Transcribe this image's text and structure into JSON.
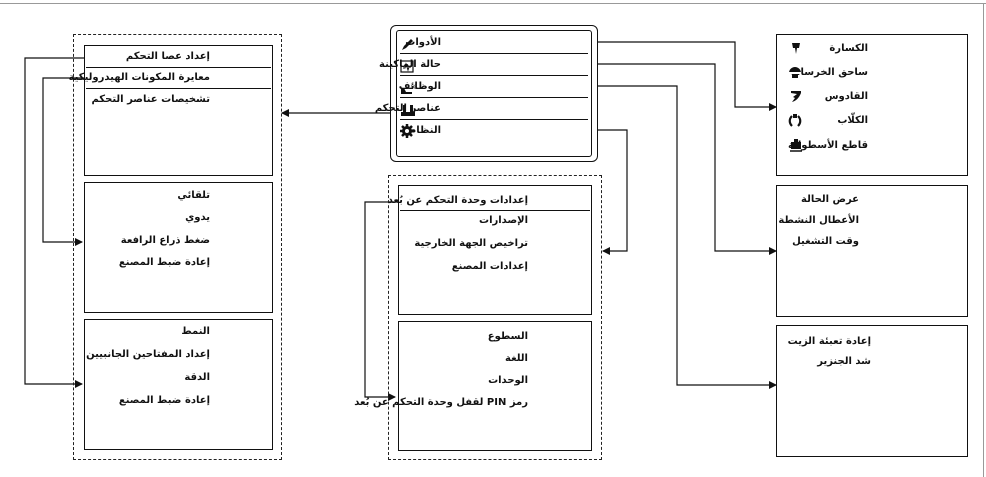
{
  "main_menu": {
    "items": [
      {
        "label": "الأدوات",
        "icon": "pen-tool-icon"
      },
      {
        "label": "حالة الماكينة",
        "icon": "machine-status-icon"
      },
      {
        "label": "الوظائف",
        "icon": "functions-icon"
      },
      {
        "label": "عناصر التحكم",
        "icon": "controls-icon"
      },
      {
        "label": "النظام",
        "icon": "gear-icon"
      }
    ]
  },
  "tools": {
    "items": [
      {
        "label": "الكسارة",
        "icon": "breaker-icon"
      },
      {
        "label": "ساحق الخرسانة",
        "icon": "crusher-icon"
      },
      {
        "label": "القادوس",
        "icon": "bucket-icon"
      },
      {
        "label": "الكلّاب",
        "icon": "grapple-icon"
      },
      {
        "label": "قاطع الأسطوانة",
        "icon": "drum-cutter-icon"
      }
    ]
  },
  "machine_status": {
    "items": [
      "عرض الحالة",
      "الأعطال النشطة",
      "وقت التشغيل"
    ]
  },
  "functions": {
    "items": [
      "إعادة تعبئة الزيت",
      "شد الجنزير"
    ]
  },
  "controls": {
    "group1": [
      "إعداد عصا التحكم",
      "معايرة المكونات الهيدروليكية",
      "تشخيصات عناصر التحكم"
    ],
    "group2": [
      "تلقائي",
      "يدوي",
      "ضغط ذراع الرافعة",
      "إعادة ضبط المصنع"
    ],
    "group3": [
      "النمط",
      "إعداد المفتاحين الجانبيين",
      "الدقة",
      "إعادة ضبط المصنع"
    ]
  },
  "system": {
    "group1": [
      "إعدادات وحدة التحكم عن بُعد",
      "الإصدارات",
      "تراخيص الجهة الخارجية",
      "إعدادات المصنع"
    ],
    "group2": [
      "السطوع",
      "اللغة",
      "الوحدات",
      "رمز PIN لقفل وحدة التحكم عن بُعد"
    ]
  }
}
